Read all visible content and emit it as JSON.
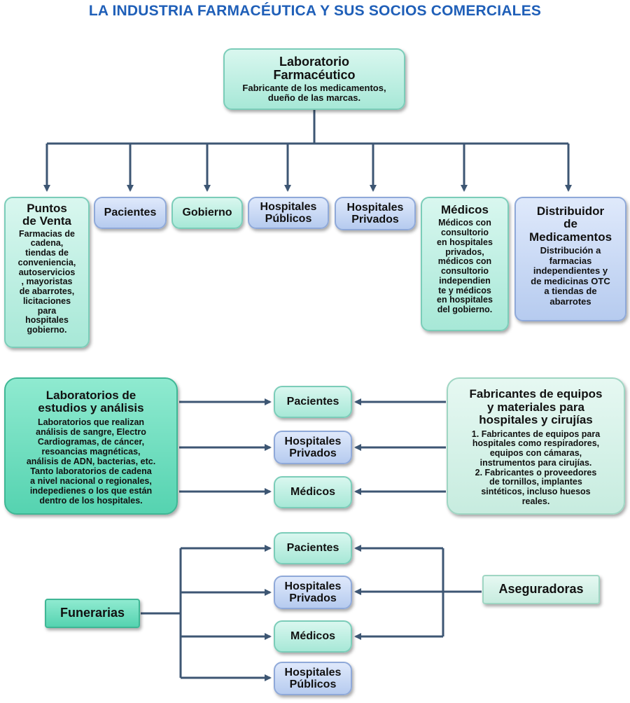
{
  "title": "LA INDUSTRIA FARMACÉUTICA Y SUS SOCIOS COMERCIALES",
  "root": {
    "heading_line1": "Laboratorio",
    "heading_line2": "Farmacéutico",
    "desc_line1": "Fabricante de los medicamentos,",
    "desc_line2": "dueño de las marcas."
  },
  "top_row": {
    "puntos_venta": {
      "heading_line1": "Puntos",
      "heading_line2": "de Venta",
      "desc": [
        "Farmacias de",
        "cadena,",
        "tiendas de",
        "conveniencia,",
        "autoservicios",
        ", mayoristas",
        "de abarrotes,",
        "licitaciones",
        "para",
        "hospitales",
        "gobierno."
      ]
    },
    "pacientes": "Pacientes",
    "gobierno": "Gobierno",
    "hosp_publicos": [
      "Hospitales",
      "Públicos"
    ],
    "hosp_privados": [
      "Hospitales",
      "Privados"
    ],
    "medicos": {
      "heading": "Médicos",
      "desc": [
        "Médicos con",
        "consultorio",
        "en hospitales",
        "privados,",
        "médicos con",
        "consultorio",
        "independien",
        "te y médicos",
        "en hospitales",
        "del gobierno."
      ]
    },
    "distribuidor": {
      "heading": [
        "Distribuidor",
        "de",
        "Medicamentos"
      ],
      "desc": [
        "Distribución a",
        "farmacias",
        "independientes y",
        "de medicinas OTC",
        "a tiendas de",
        "abarrotes"
      ]
    }
  },
  "middle": {
    "laboratorios": {
      "heading": [
        "Laboratorios de",
        "estudios y análisis"
      ],
      "desc": [
        "Laboratorios que realizan",
        "análisis de sangre, Electro",
        "Cardiogramas, de cáncer,",
        "resoancias magnéticas,",
        "análisis de ADN, bacterias, etc.",
        "Tanto laboratorios de cadena",
        "a nivel nacional o regionales,",
        "indepedienes o los que están",
        "dentro de los hospitales."
      ]
    },
    "fabricantes": {
      "heading": [
        "Fabricantes de equipos",
        "y materiales para",
        "hospitales y cirujías"
      ],
      "desc": [
        "1. Fabricantes de equipos para",
        "hospitales como respiradores,",
        "equipos con cámaras,",
        "instrumentos para cirujías.",
        "2. Fabricantes o proveedores",
        "de tornillos, implantes",
        "sintéticos, incluso huesos",
        "reales."
      ]
    },
    "pacientes": "Pacientes",
    "hosp_privados": [
      "Hospitales",
      "Privados"
    ],
    "medicos": "Médicos"
  },
  "bottom": {
    "funerarias": "Funerarias",
    "aseguradoras": "Aseguradoras",
    "pacientes": "Pacientes",
    "hosp_privados": [
      "Hospitales",
      "Privados"
    ],
    "medicos": "Médicos",
    "hosp_publicos": [
      "Hospitales",
      "Públicos"
    ]
  }
}
